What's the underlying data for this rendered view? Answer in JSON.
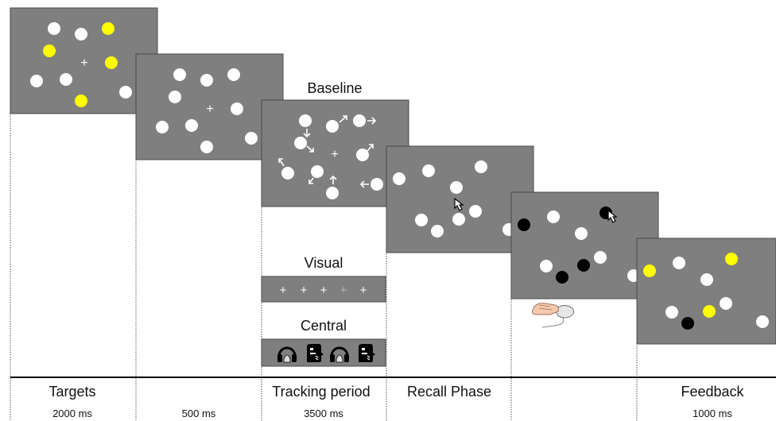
{
  "phases": [
    {
      "label": "Targets",
      "duration": "2000 ms"
    },
    {
      "label": "",
      "duration": "500 ms"
    },
    {
      "label": "Tracking period",
      "duration": "3500 ms"
    },
    {
      "label": "Recall Phase",
      "duration": ""
    },
    {
      "label": "",
      "duration": ""
    },
    {
      "label": "Feedback",
      "duration": "1000 ms"
    }
  ],
  "conditions": {
    "baseline": "Baseline",
    "visual": "Visual",
    "central": "Central"
  },
  "panel_symbols": {
    "fixation": "+",
    "visual_strip": [
      "+",
      "+",
      "+",
      "+",
      "+"
    ]
  },
  "colors": {
    "panel": "#7f7f7f",
    "target_dot": "#ffff00",
    "distractor_dot": "#ffffff",
    "selected_dot": "#000000"
  },
  "icons": [
    "cursor-arrow-icon",
    "hand-on-mouse-icon",
    "headphones-icon",
    "speaking-head-icon"
  ]
}
